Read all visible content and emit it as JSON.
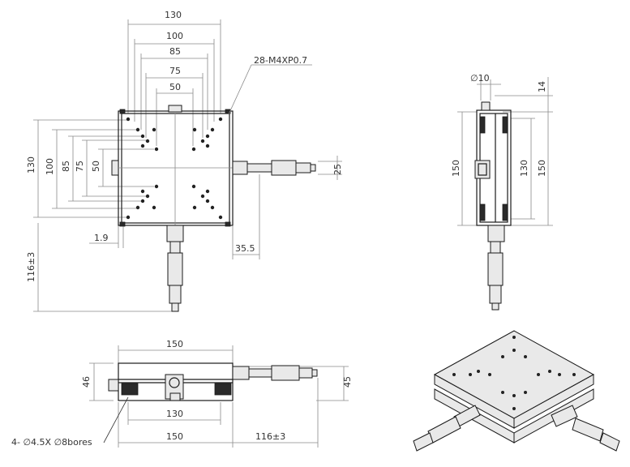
{
  "top_view": {
    "dims_top": [
      "130",
      "100",
      "85",
      "75",
      "50"
    ],
    "dims_left": [
      "130",
      "100",
      "85",
      "75",
      "50"
    ],
    "thread_callout": "28-M4XP0.7",
    "dim_1_9": "1.9",
    "dim_116": "116±3",
    "dim_35_5": "35.5",
    "dim_25": "25"
  },
  "side_view": {
    "dim_phi10": "∅10",
    "dim_14": "14",
    "dim_150_left": "150",
    "dim_130": "130",
    "dim_150_right": "150"
  },
  "front_view": {
    "dim_150_top": "150",
    "dim_46": "46",
    "dim_45": "45",
    "dim_130": "130",
    "dim_150_bottom": "150",
    "dim_116": "116±3",
    "bores_callout": "4- ∅4.5X ∅8bores"
  }
}
